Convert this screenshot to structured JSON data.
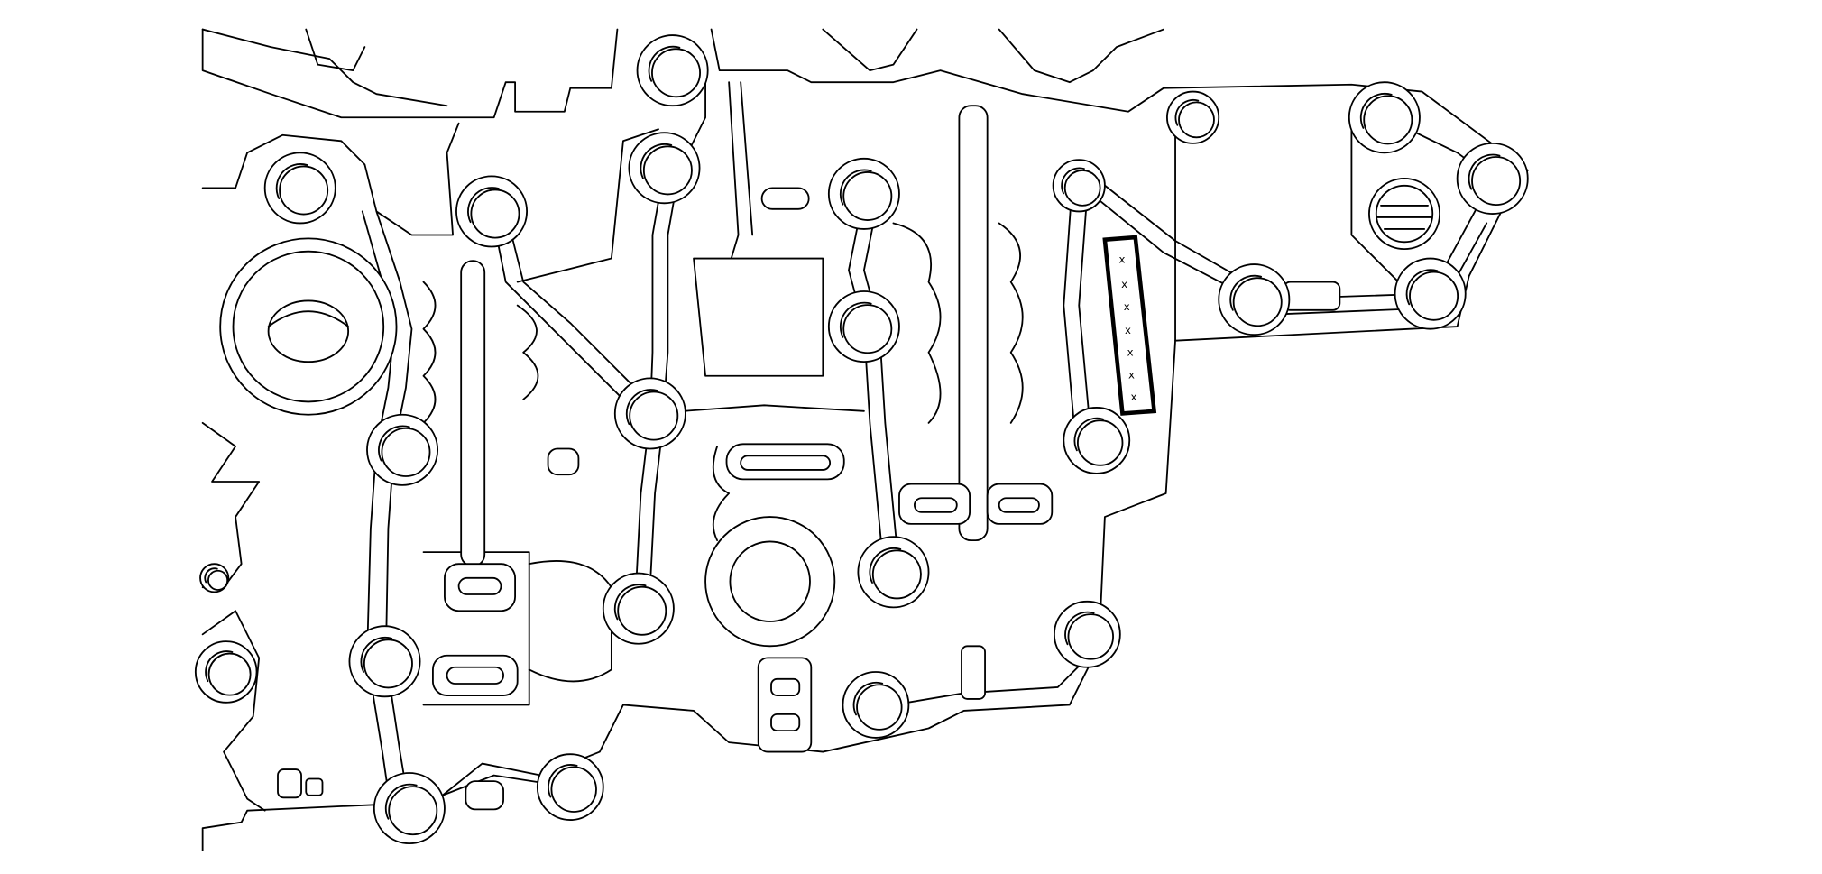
{
  "diagram": {
    "callout_marks": [
      "x",
      "x",
      "x",
      "x",
      "x",
      "x",
      "x"
    ],
    "colors": {
      "line": "#000000",
      "background": "#ffffff"
    }
  }
}
